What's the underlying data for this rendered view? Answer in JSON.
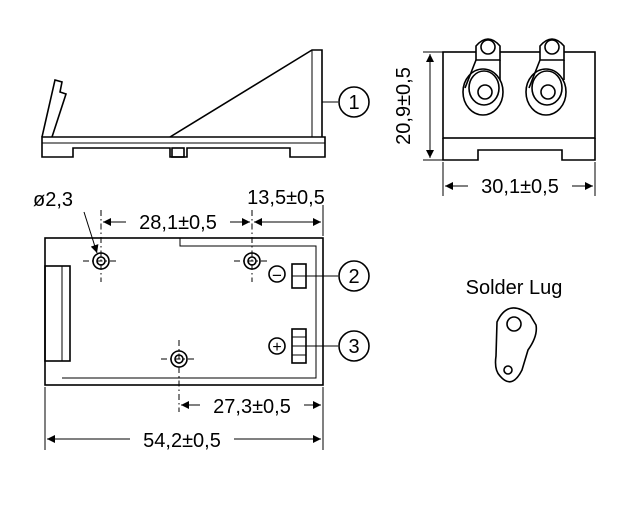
{
  "dimensions": {
    "hole_diameter": "ø2,3",
    "hole_spacing": "28,1±0,5",
    "contact_offset": "13,5±0,5",
    "pad_offset": "27,3±0,5",
    "overall_length": "54,2±0,5",
    "height": "20,9±0,5",
    "width": "30,1±0,5"
  },
  "callouts": [
    "1",
    "2",
    "3"
  ],
  "polarity": {
    "negative": "−",
    "positive": "+"
  },
  "solder_lug_title": "Solder Lug"
}
